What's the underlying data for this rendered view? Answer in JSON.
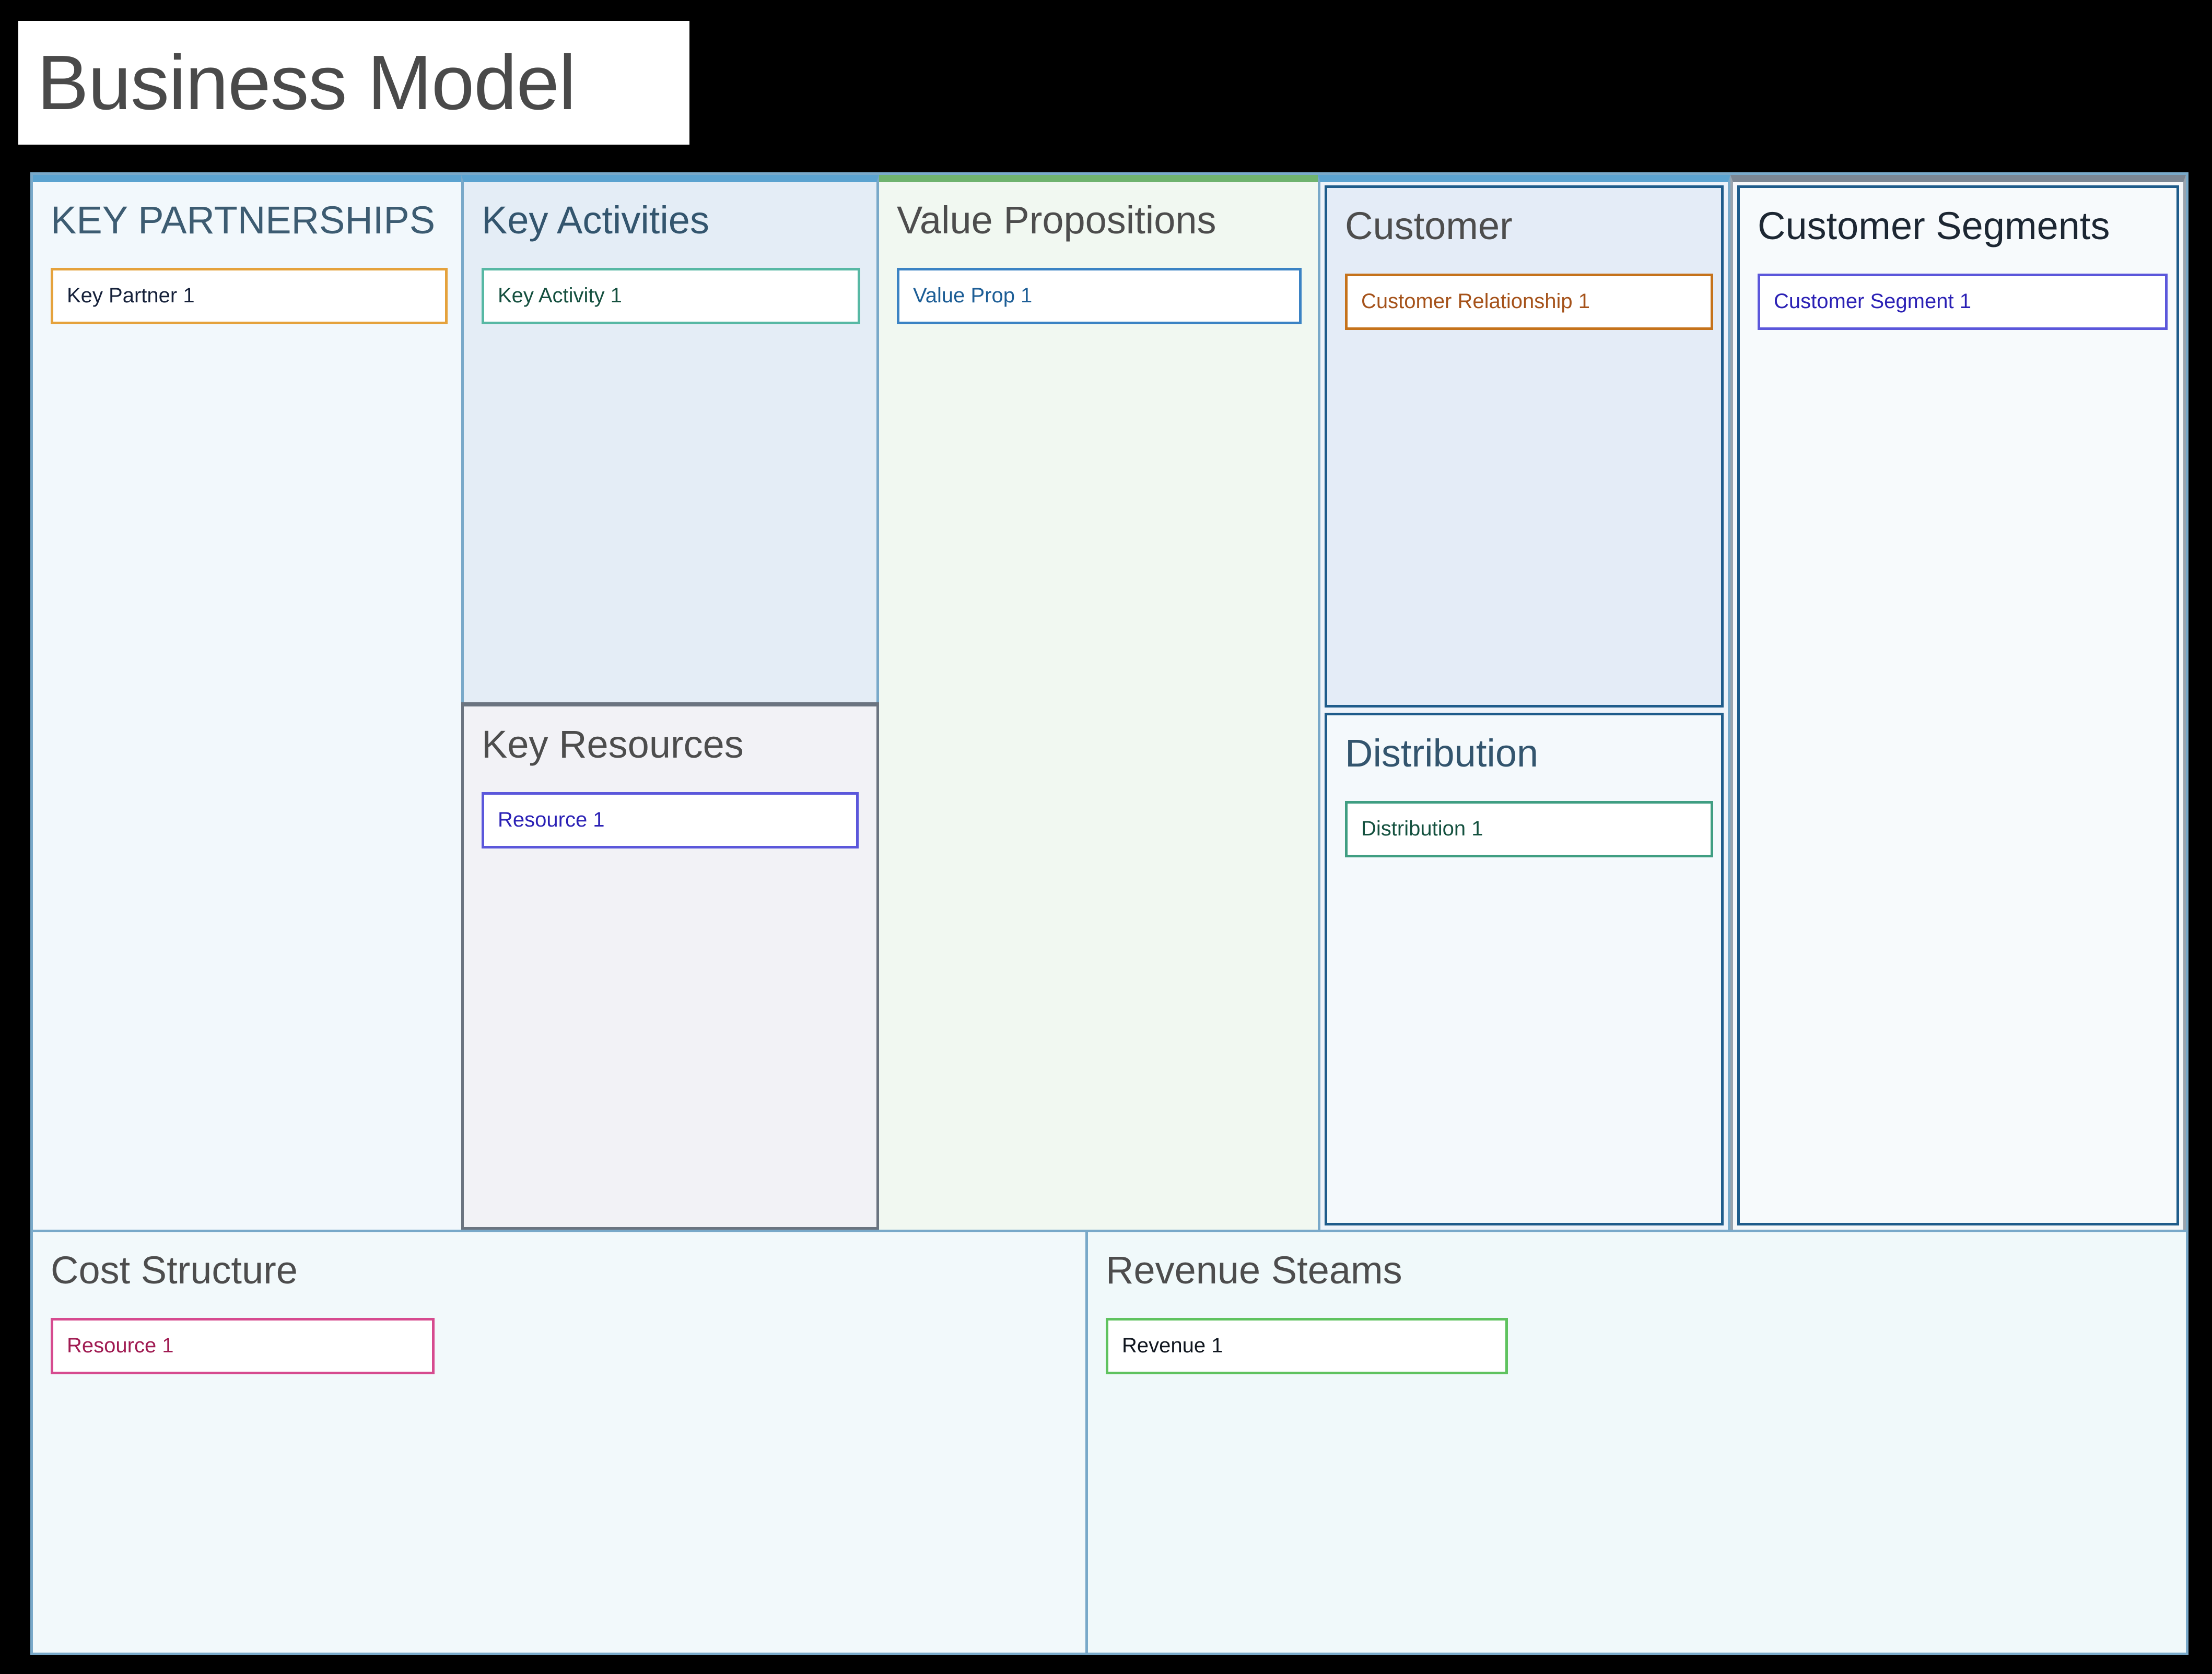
{
  "title": "Business Model",
  "colors": {
    "frame_border": "#79a9c9",
    "title_text": "#4a4a4a",
    "accent_partnerships": "#5ba3d0",
    "accent_activities": "#5ba3d0",
    "accent_resources": "#6b7480",
    "accent_value": "#6fb36f",
    "accent_customer": "#5ba3d0",
    "accent_segments": "#7b8794",
    "card_partner": "#e5a23c",
    "card_activity": "#57b8a4",
    "card_resource": "#5b57db",
    "card_valueprop": "#3b83c4",
    "card_relationship": "#c5721b",
    "card_distribution": "#3f9e82",
    "card_segment": "#5b57db",
    "card_cost": "#d64b8f",
    "card_revenue": "#5fc35f"
  },
  "blocks": {
    "key_partnerships": {
      "heading": "KEY PARTNERSHIPS",
      "cards": [
        "Key Partner 1"
      ]
    },
    "key_activities": {
      "heading": "Key Activities",
      "cards": [
        "Key Activity 1"
      ]
    },
    "key_resources": {
      "heading": "Key Resources",
      "cards": [
        "Resource 1"
      ]
    },
    "value_propositions": {
      "heading": "Value Propositions",
      "cards": [
        "Value Prop 1"
      ]
    },
    "customer_relationships": {
      "heading": "Customer",
      "cards": [
        "Customer Relationship 1"
      ]
    },
    "distribution": {
      "heading": "Distribution",
      "cards": [
        "Distribution 1"
      ]
    },
    "customer_segments": {
      "heading": "Customer Segments",
      "cards": [
        "Customer Segment 1"
      ]
    },
    "cost_structure": {
      "heading": "Cost Structure",
      "cards": [
        "Resource 1"
      ]
    },
    "revenue_streams": {
      "heading": "Revenue Steams",
      "cards": [
        "Revenue 1"
      ]
    }
  }
}
